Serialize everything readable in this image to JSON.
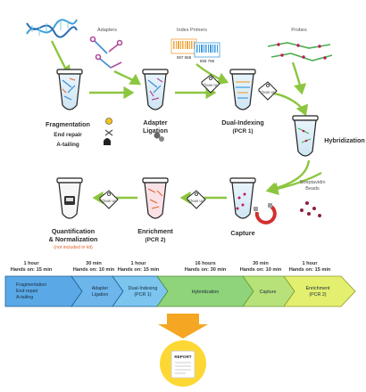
{
  "top_labels": {
    "adapters": "Adapters",
    "index_primers": "Index Primers",
    "probes": "Probes",
    "barcode_1": "087 658",
    "barcode_2": "559 786"
  },
  "steps": {
    "fragmentation": "Fragmentation",
    "end_repair": "End repair",
    "a_tailing": "A-tailing",
    "adapter": "Adapter",
    "ligation": "Ligation",
    "dual_indexing": "Dual-Indexing",
    "pcr1": "(PCR 1)",
    "hybridization": "Hybridization",
    "streptavidin": "Streptavidin",
    "beads": "Beads",
    "capture": "Capture",
    "enrichment": "Enrichment",
    "pcr2": "(PCR 2)",
    "quant": "Quantification",
    "norm": "& Normalization",
    "not_included": "(not included in kit)"
  },
  "tags": [
    "Clean Up",
    "Clean Up",
    "Clean Up",
    "Clean Up"
  ],
  "timeline": [
    {
      "time": "1 hour",
      "hands": "Hands on: 15 min",
      "label": [
        "Fragmentation",
        "End repair",
        "A-tailing"
      ]
    },
    {
      "time": "30 min",
      "hands": "Hands on: 10 min",
      "label": [
        "Adapter",
        "Ligation"
      ]
    },
    {
      "time": "1 hour",
      "hands": "Hands on: 15 min",
      "label": [
        "Dual-Indexing",
        "(PCR 1)"
      ]
    },
    {
      "time": "16 hours",
      "hands": "Hands on: 30 min",
      "label": [
        "Hybridization"
      ]
    },
    {
      "time": "30 min",
      "hands": "Hands on: 10 min",
      "label": [
        "Capture"
      ]
    },
    {
      "time": "1 hour",
      "hands": "Hands on: 15 min",
      "label": [
        "Enrichment",
        "(PCR 2)"
      ]
    }
  ],
  "report": "REPORT",
  "colors": {
    "arrow": "#8cc63f",
    "blue_band": "#5aa9e6",
    "green_band": "#8fd47a",
    "yellow_band": "#e3ef6e",
    "down_arrow": "#f5a623",
    "report_circle": "#fdd835"
  }
}
